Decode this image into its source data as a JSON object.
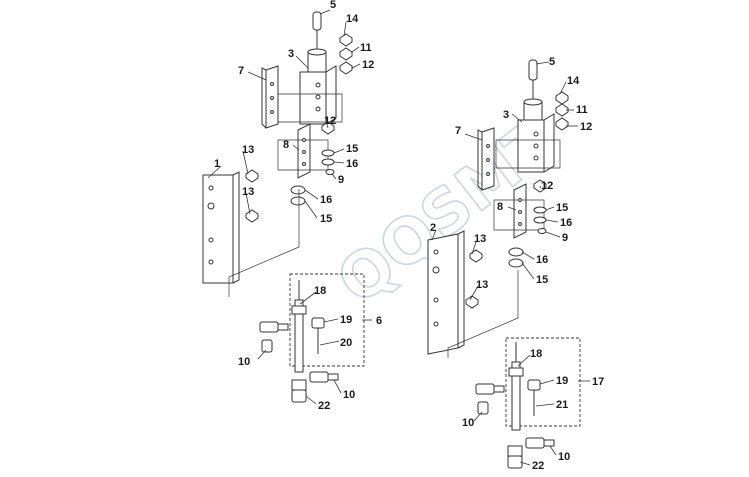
{
  "watermark": {
    "text": "QQSMT"
  },
  "assembly_left": {
    "callouts": [
      "5",
      "14",
      "3",
      "11",
      "12",
      "7",
      "12",
      "8",
      "15",
      "16",
      "9",
      "1",
      "13",
      "13",
      "16",
      "15",
      "18",
      "6",
      "19",
      "20",
      "10",
      "10",
      "22"
    ]
  },
  "assembly_right": {
    "callouts": [
      "5",
      "14",
      "3",
      "11",
      "12",
      "7",
      "12",
      "8",
      "15",
      "16",
      "9",
      "2",
      "13",
      "16",
      "13",
      "15",
      "18",
      "17",
      "19",
      "21",
      "10",
      "10",
      "22"
    ]
  },
  "colors": {
    "line": "#333333",
    "text": "#1a1a1a",
    "watermark": "#8fa4c2"
  }
}
